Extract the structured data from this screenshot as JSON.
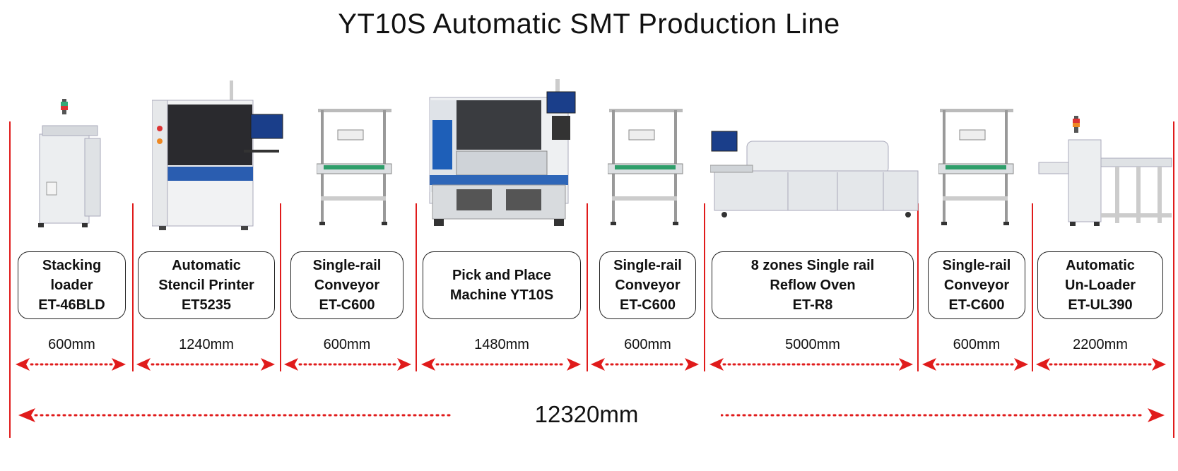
{
  "title": "YT10S Automatic SMT Production Line",
  "total_length": "12320mm",
  "colors": {
    "arrow": "#e01b1b",
    "line": "#e01b1b",
    "box_border": "#222222"
  },
  "machines": [
    {
      "label": "Stacking\nloader\nET-46BLD",
      "length": "600mm",
      "icon": "stacking-loader-icon"
    },
    {
      "label": "Automatic\nStencil Printer\nET5235",
      "length": "1240mm",
      "icon": "stencil-printer-icon"
    },
    {
      "label": "Single-rail\nConveyor\nET-C600",
      "length": "600mm",
      "icon": "conveyor-icon"
    },
    {
      "label": "Pick and Place\nMachine YT10S",
      "length": "1480mm",
      "icon": "pick-and-place-icon"
    },
    {
      "label": "Single-rail\nConveyor\nET-C600",
      "length": "600mm",
      "icon": "conveyor-icon"
    },
    {
      "label": "8 zones Single rail\nReflow Oven\nET-R8",
      "length": "5000mm",
      "icon": "reflow-oven-icon"
    },
    {
      "label": "Single-rail\nConveyor\nET-C600",
      "length": "600mm",
      "icon": "conveyor-icon"
    },
    {
      "label": "Automatic\nUn-Loader\nET-UL390",
      "length": "2200mm",
      "icon": "unloader-icon"
    }
  ]
}
